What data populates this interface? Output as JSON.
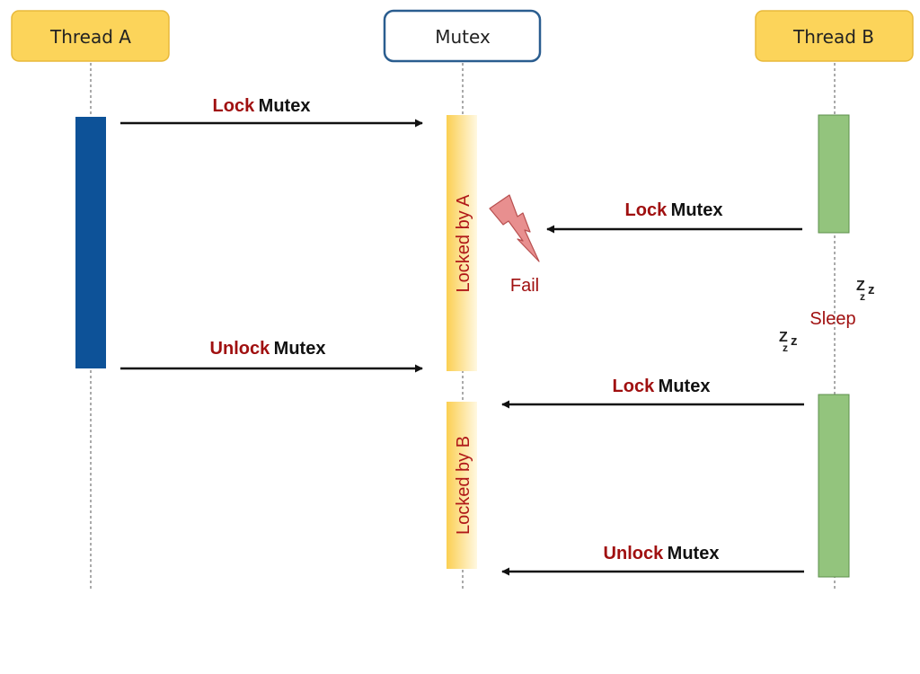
{
  "participants": {
    "thread_a": {
      "label": "Thread A"
    },
    "mutex": {
      "label": "Mutex"
    },
    "thread_b": {
      "label": "Thread B"
    }
  },
  "messages": {
    "a_lock": {
      "verb": "Lock",
      "object": "Mutex"
    },
    "b_lock_fail": {
      "verb": "Lock",
      "object": "Mutex"
    },
    "a_unlock": {
      "verb": "Unlock",
      "object": "Mutex"
    },
    "b_lock": {
      "verb": "Lock",
      "object": "Mutex"
    },
    "b_unlock": {
      "verb": "Unlock",
      "object": "Mutex"
    }
  },
  "states": {
    "locked_by_a": "Locked by A",
    "locked_by_b": "Locked by B"
  },
  "notes": {
    "fail": "Fail",
    "sleep": "Sleep",
    "zzz_upper": {
      "big": "Z",
      "small": "z",
      "mid": "z"
    },
    "zzz_lower": {
      "big": "Z",
      "small": "z",
      "mid": "z"
    }
  },
  "colors": {
    "participant_fill": "#fcd45a",
    "participant_stroke": "#e8b93a",
    "mutex_stroke": "#2a5d8f",
    "thread_a_activation": "#0d5298",
    "thread_b_activation": "#93c47d",
    "mutex_locked_gradient_start": "#fbcf52",
    "fail_bolt": "#e88f8f",
    "verb_red": "#a01010"
  },
  "icons": {
    "fail": "lightning-bolt-icon",
    "sleep": "zzz-icon"
  }
}
